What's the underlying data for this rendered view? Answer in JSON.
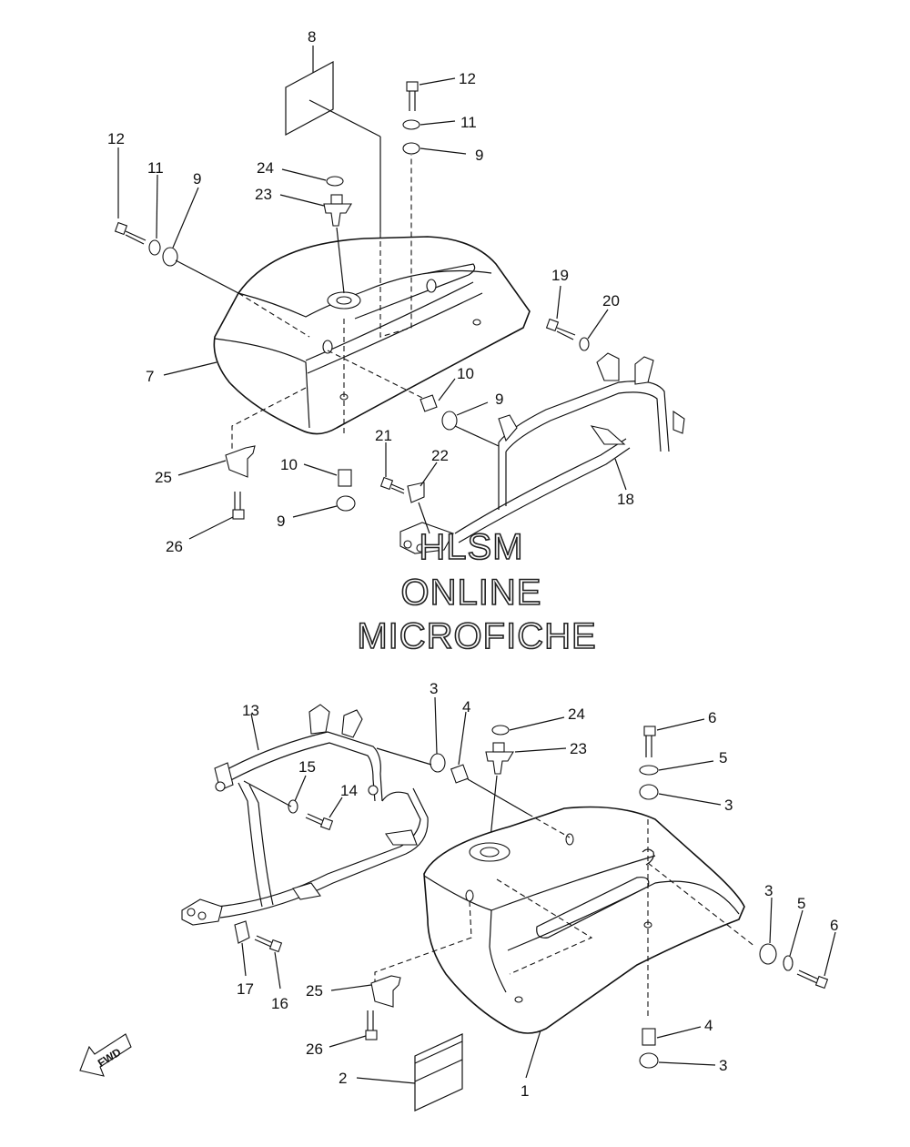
{
  "watermark": {
    "line1": "HLSM",
    "line2": "ONLINE",
    "line3": "MICROFICHE"
  },
  "fwd_label": "FWD",
  "callouts": {
    "top": {
      "c8": "8",
      "c12a": "12",
      "c11a": "11",
      "c9a": "9",
      "c12b": "12",
      "c11b": "11",
      "c9b": "9",
      "c24": "24",
      "c23": "23",
      "c7": "7",
      "c19": "19",
      "c20": "20",
      "c10a": "10",
      "c9c": "9",
      "c21": "21",
      "c22": "22",
      "c18": "18",
      "c25": "25",
      "c10b": "10",
      "c9d": "9",
      "c26": "26"
    },
    "bottom": {
      "c13": "13",
      "c3a": "3",
      "c4a": "4",
      "c24": "24",
      "c23": "23",
      "c6a": "6",
      "c5a": "5",
      "c3b": "3",
      "c15": "15",
      "c14": "14",
      "c3c": "3",
      "c5b": "5",
      "c6b": "6",
      "c17": "17",
      "c16": "16",
      "c25": "25",
      "c26": "26",
      "c4b": "4",
      "c3d": "3",
      "c2": "2",
      "c1": "1"
    }
  }
}
